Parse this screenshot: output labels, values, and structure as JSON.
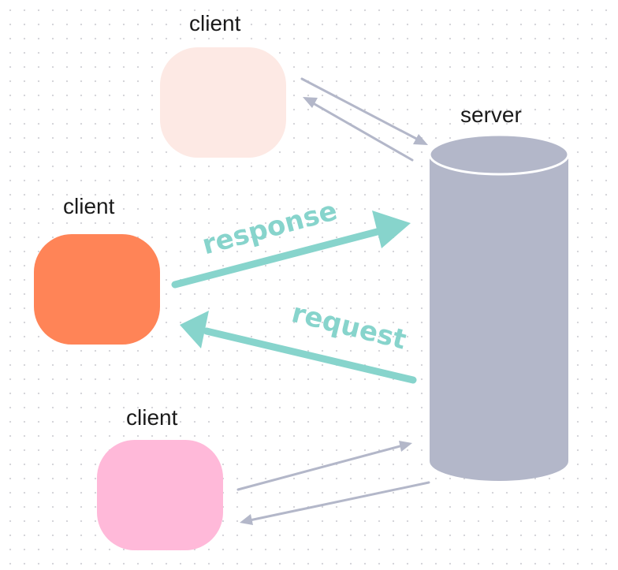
{
  "labels": {
    "server": "server",
    "client_top": "client",
    "client_middle": "client",
    "client_bottom": "client"
  },
  "arrows": {
    "response": "response",
    "request": "request"
  },
  "colors": {
    "client_top": "#fde9e4",
    "client_middle": "#ff8457",
    "client_bottom": "#ffb9d9",
    "server": "#b3b7c9",
    "accent_arrow": "#87d4cc",
    "thin_arrow": "#b3b7c9"
  }
}
